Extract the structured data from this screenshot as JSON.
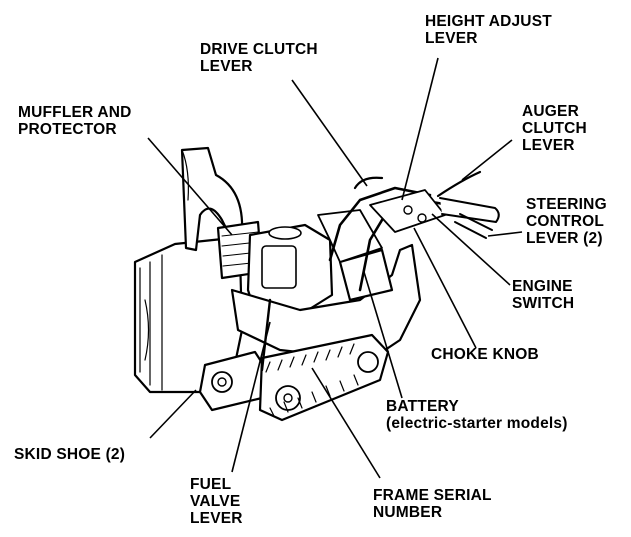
{
  "labels": {
    "drive_clutch": [
      "DRIVE CLUTCH",
      "LEVER"
    ],
    "height_adjust": [
      "HEIGHT ADJUST",
      "LEVER"
    ],
    "muffler": [
      "MUFFLER AND",
      "PROTECTOR"
    ],
    "auger_clutch": [
      "AUGER",
      "CLUTCH",
      "LEVER"
    ],
    "steering": [
      "STEERING",
      "CONTROL",
      "LEVER (2)"
    ],
    "engine_switch": [
      "ENGINE",
      "SWITCH"
    ],
    "choke": [
      "CHOKE KNOB"
    ],
    "battery": [
      "BATTERY",
      "(electric-starter models)"
    ],
    "skid_shoe": [
      "SKID SHOE (2)"
    ],
    "fuel_valve": [
      "FUEL",
      "VALVE",
      "LEVER"
    ],
    "frame_serial": [
      "FRAME SERIAL",
      "NUMBER"
    ]
  }
}
